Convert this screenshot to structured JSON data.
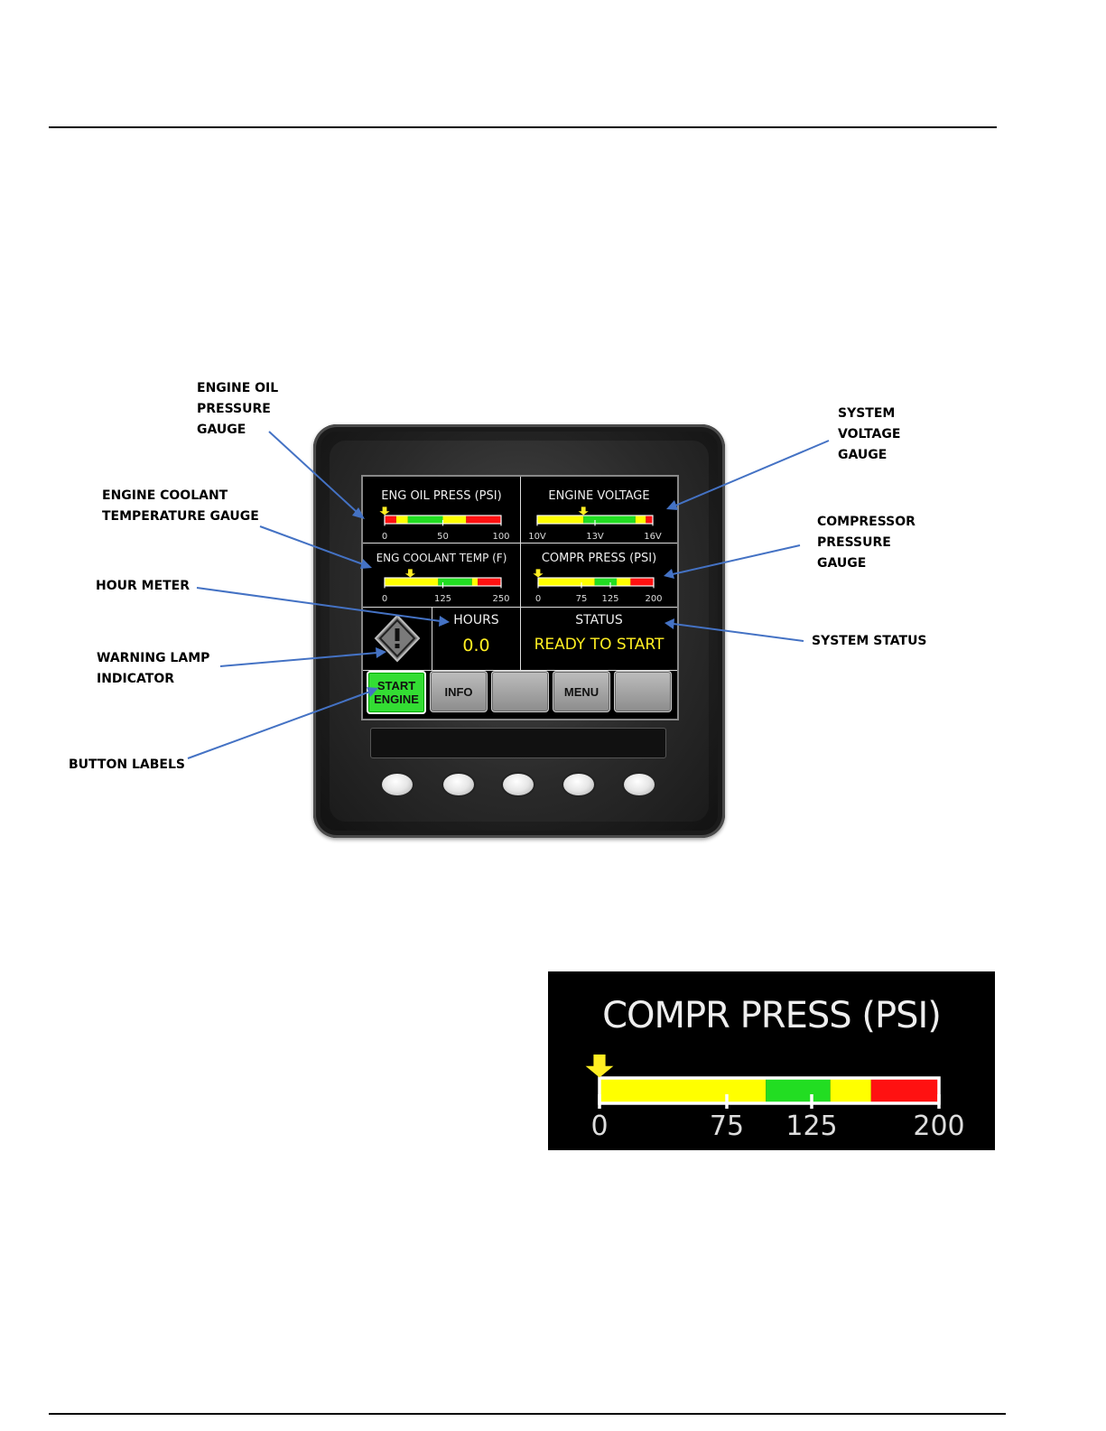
{
  "callouts": {
    "oil": "ENGINE OIL\nPRESSURE\nGAUGE",
    "coolant": "ENGINE COOLANT\nTEMPERATURE GAUGE",
    "hour": "HOUR METER",
    "warning": "WARNING LAMP\nINDICATOR",
    "buttons": "BUTTON LABELS",
    "voltage": "SYSTEM\nVOLTAGE\nGAUGE",
    "compressor": "COMPRESSOR\nPRESSURE\nGAUGE",
    "status": "SYSTEM STATUS"
  },
  "colors": {
    "yellow": "#ffff00",
    "green": "#22dd22",
    "red": "#ff1111",
    "leader": "#4472c4"
  },
  "gauges": {
    "oil": {
      "title": "ENG OIL PRESS (PSI)",
      "ticks": [
        "0",
        "50",
        "100"
      ],
      "segments": [
        {
          "color": "red",
          "from": 0,
          "to": 0.1
        },
        {
          "color": "yellow",
          "from": 0.1,
          "to": 0.2
        },
        {
          "color": "green",
          "from": 0.2,
          "to": 0.5
        },
        {
          "color": "yellow",
          "from": 0.5,
          "to": 0.7
        },
        {
          "color": "red",
          "from": 0.7,
          "to": 1.0
        }
      ],
      "pointer": 0.0
    },
    "voltage": {
      "title": "ENGINE VOLTAGE",
      "ticks": [
        "10V",
        "13V",
        "16V"
      ],
      "segments": [
        {
          "color": "yellow",
          "from": 0,
          "to": 0.4
        },
        {
          "color": "green",
          "from": 0.4,
          "to": 0.85
        },
        {
          "color": "yellow",
          "from": 0.85,
          "to": 0.94
        },
        {
          "color": "red",
          "from": 0.94,
          "to": 1.0
        }
      ],
      "pointer": 0.4
    },
    "coolant": {
      "title": "ENG COOLANT TEMP (F)",
      "ticks": [
        "0",
        "125",
        "250"
      ],
      "segments": [
        {
          "color": "yellow",
          "from": 0,
          "to": 0.46
        },
        {
          "color": "green",
          "from": 0.46,
          "to": 0.75
        },
        {
          "color": "yellow",
          "from": 0.75,
          "to": 0.8
        },
        {
          "color": "red",
          "from": 0.8,
          "to": 1.0
        }
      ],
      "pointer": 0.22
    },
    "compressor": {
      "title": "COMPR PRESS (PSI)",
      "ticks": [
        "0",
        "75",
        "125",
        "200"
      ],
      "tick_values": [
        0,
        75,
        125,
        200
      ],
      "max": 200,
      "segments": [
        {
          "color": "yellow",
          "from": 0,
          "to": 0.49
        },
        {
          "color": "green",
          "from": 0.49,
          "to": 0.68
        },
        {
          "color": "yellow",
          "from": 0.68,
          "to": 0.8
        },
        {
          "color": "red",
          "from": 0.8,
          "to": 1.0
        }
      ],
      "pointer": 0.0
    }
  },
  "hours": {
    "label": "HOURS",
    "value": "0.0"
  },
  "status": {
    "label": "STATUS",
    "value": "READY TO START"
  },
  "softkeys": {
    "start_line1": "START",
    "start_line2": "ENGINE",
    "info": "INFO",
    "blank1": "",
    "menu": "MENU",
    "blank2": ""
  }
}
